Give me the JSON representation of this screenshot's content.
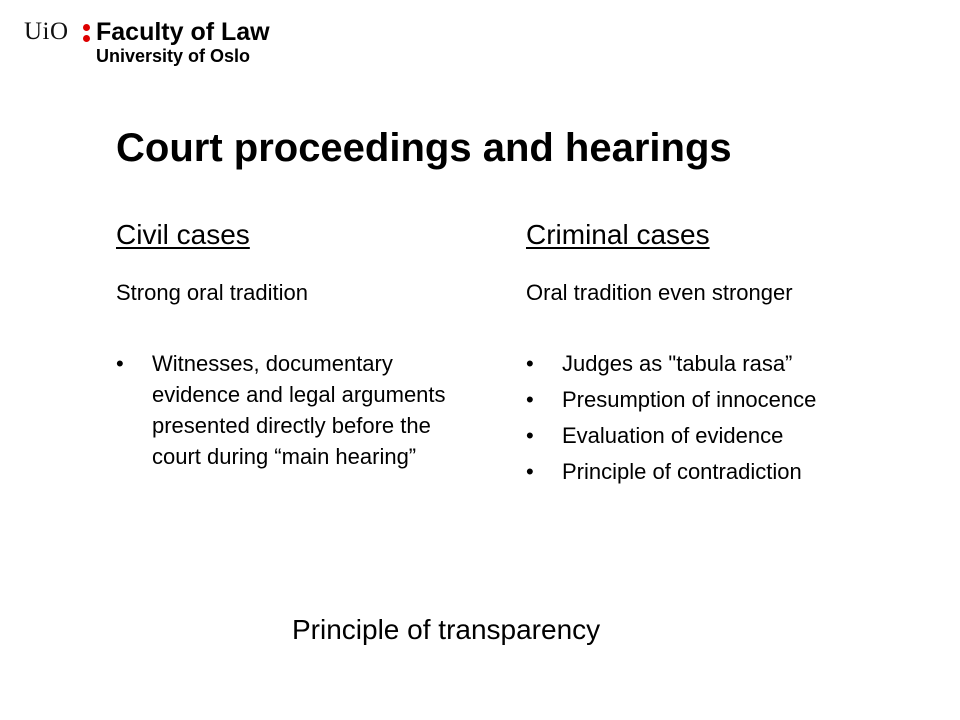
{
  "header": {
    "logo_uio": "UiO",
    "faculty": "Faculty of Law",
    "university": "University of Oslo",
    "accent_color": "#dd0000"
  },
  "slide": {
    "title": "Court proceedings and hearings",
    "civil": {
      "heading": "Civil cases",
      "subtitle": "Strong oral tradition",
      "bullets": [
        "Witnesses, documentary evidence and legal arguments presented directly before the court during “main hearing”"
      ]
    },
    "criminal": {
      "heading": "Criminal cases",
      "subtitle": "Oral tradition even stronger",
      "bullets": [
        "Judges as \"tabula rasa”",
        "Presumption of innocence",
        "Evaluation of evidence",
        "Principle of contradiction"
      ]
    },
    "footer": "Principle of transparency"
  }
}
